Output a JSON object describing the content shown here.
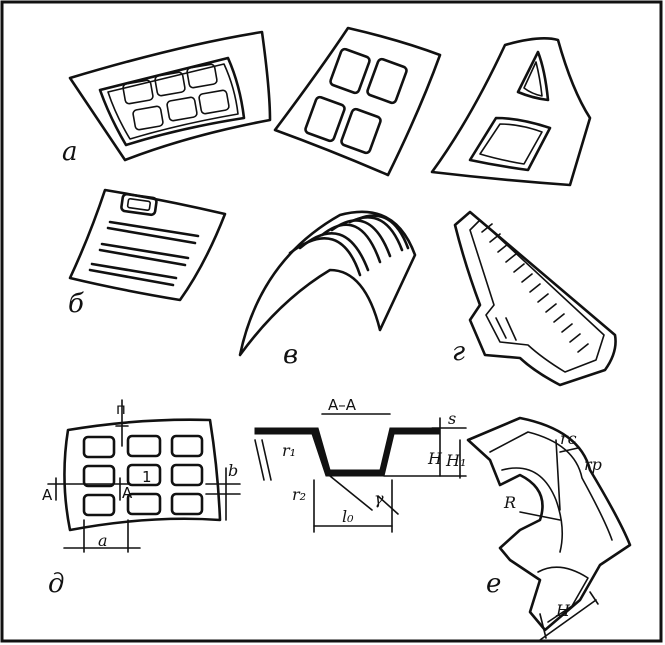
{
  "figure": {
    "captions": {
      "a": "а",
      "b": "б",
      "v": "в",
      "g": "г",
      "d": "д",
      "e": "е"
    },
    "section_label": "А–А",
    "dimension_labels": {
      "n": "п",
      "b": "b",
      "a": "a",
      "cut_mark": "А",
      "cell_number": "1",
      "r1": "r₁",
      "r2": "r₂",
      "s": "s",
      "H": "H",
      "Hd": "H₁",
      "gamma": "γ",
      "l0": "l₀",
      "R": "R",
      "rc": "rс",
      "rp": "rр",
      "H_e": "H"
    },
    "colors": {
      "ink": "#111111",
      "paper": "#ffffff"
    }
  }
}
